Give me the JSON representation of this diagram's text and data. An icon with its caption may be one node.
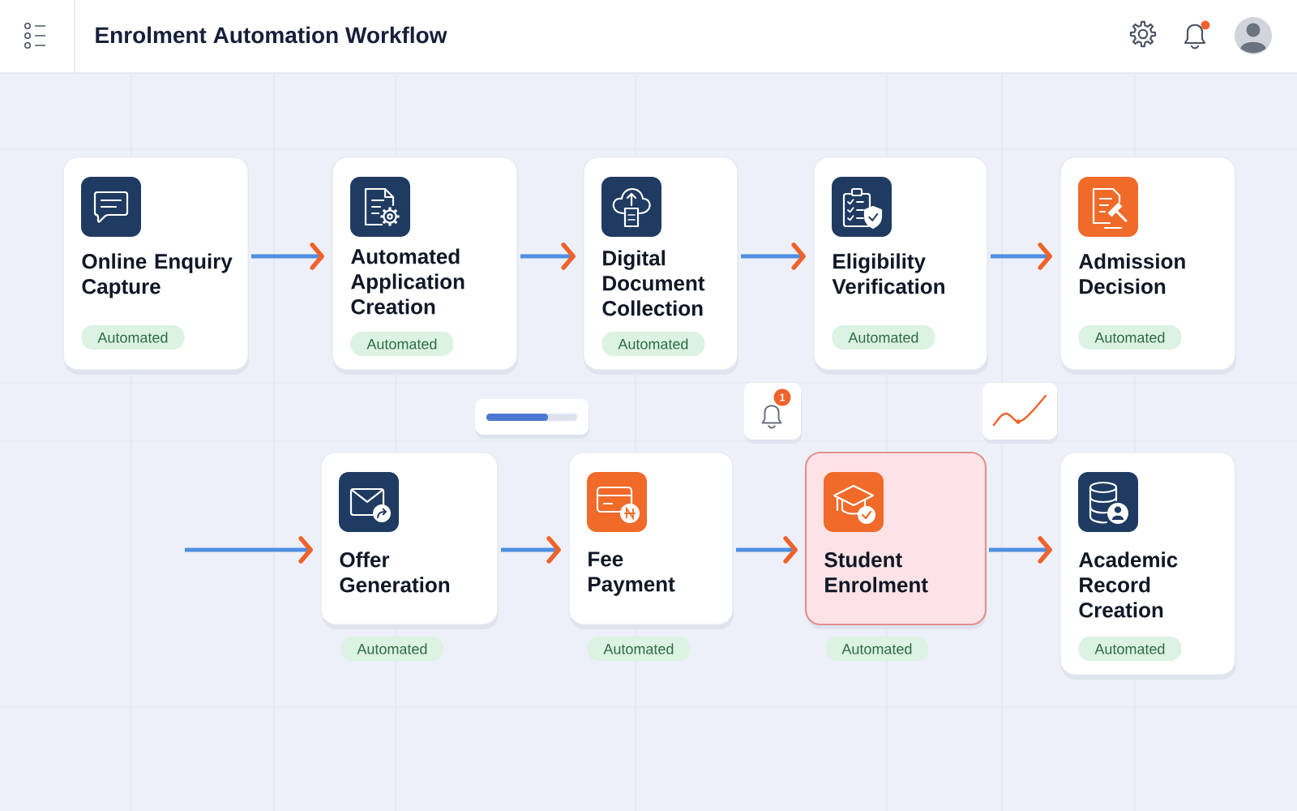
{
  "diagram": {
    "title": "Enrolment Automation Workflow",
    "nodes": [
      {
        "text": [
          "Online Enquiry Capture",
          "Automated"
        ]
      },
      {
        "text": [
          "Automated Application Creation",
          "Automated"
        ]
      },
      {
        "text": [
          "Digital Document Collection",
          "Automated"
        ]
      },
      {
        "text": [
          "Eligibility Verification",
          "Automated"
        ]
      },
      {
        "text": [
          "Admission Decision",
          "Automated"
        ]
      },
      {
        "text": [
          "Offer Generation"
        ],
        "beside": [
          "Automated"
        ]
      },
      {
        "text": [
          "Fee Payment"
        ],
        "beside": [
          "Automated"
        ]
      },
      {
        "text": [
          "Student Enrolment"
        ],
        "beside": [
          "Automated"
        ]
      },
      {
        "text": [
          "Academic Record Creation",
          "Automated"
        ]
      }
    ],
    "edges": [
      {
        "from": 0,
        "to": 1,
        "arrow": "to"
      },
      {
        "from": 1,
        "to": 2,
        "arrow": "to"
      },
      {
        "from": 2,
        "to": 3,
        "arrow": "to"
      },
      {
        "from": 3,
        "to": 4,
        "arrow": "to"
      },
      {
        "from": null,
        "to": 5,
        "arrow": "to"
      },
      {
        "from": 5,
        "to": 6,
        "arrow": "to"
      },
      {
        "from": 6,
        "to": 7,
        "arrow": "to"
      },
      {
        "from": 7,
        "to": 8,
        "arrow": "to"
      }
    ],
    "labels": [
      "1"
    ]
  }
}
